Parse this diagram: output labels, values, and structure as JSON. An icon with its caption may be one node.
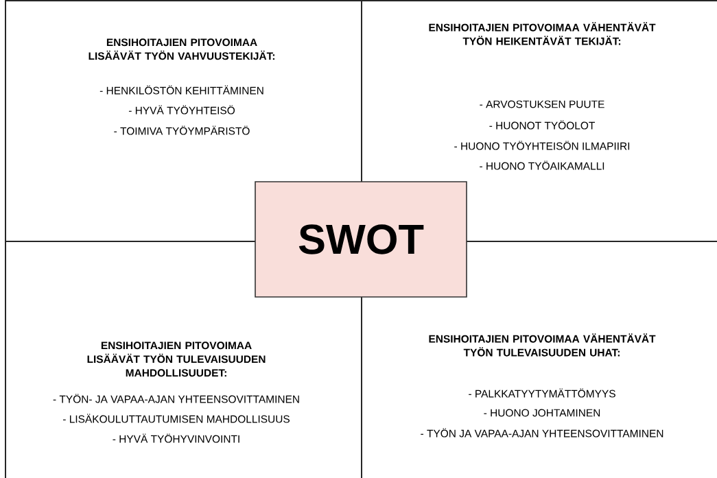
{
  "diagram": {
    "nodes": [
      {
        "text": [
          "ENSIHOITAJIEN PITOVOIMAA LISÄÄVÄT TYÖN VAHVUUSTEKIJÄT:",
          "- HENKILÖSTÖN KEHITTÄMINEN",
          "- HYVÄ TYÖYHTEISÖ",
          "- TOIMIVA TYÖYMPÄRISTÖ"
        ]
      },
      {
        "text": [
          "ENSIHOITAJIEN PITOVOIMAA VÄHENTÄVÄT TYÖN HEIKENTÄVÄT TEKIJÄT:",
          "- ARVOSTUKSEN PUUTE",
          "- HUONOT TYÖOLOT",
          "- HUONO TYÖYHTEISÖN ILMAPIIRI",
          "- HUONO TYÖAIKAMALLI"
        ]
      },
      {
        "text": [
          "ENSIHOITAJIEN PITOVOIMAA LISÄÄVÄT TYÖN TULEVAISUUDEN MAHDOLLISUUDET:",
          "- TYÖN- JA VAPAA-AJAN YHTEENSOVITTAMINEN",
          "- LISÄKOULUTTAUTUMISEN MAHDOLLISUUS",
          "- HYVÄ TYÖHYVINVOINTI"
        ]
      },
      {
        "text": [
          "ENSIHOITAJIEN PITOVOIMAA VÄHENTÄVÄT TYÖN TULEVAISUUDEN UHAT:",
          "- PALKKATYYTYMÄTTÖMYYS",
          "- HUONO JOHTAMINEN",
          "- TYÖN JA VAPAA-AJAN YHTEENSOVITTAMINEN"
        ]
      },
      {
        "text": [
          "SWOT"
        ]
      }
    ]
  }
}
